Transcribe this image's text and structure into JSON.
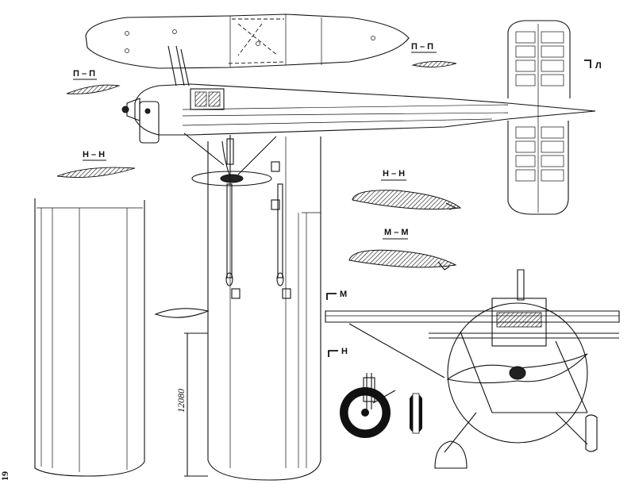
{
  "sections": {
    "p_label": "П – П",
    "p_label_left": "П – П",
    "n_label_left": "Н – Н",
    "n_label": "Н – Н",
    "m_label": "М – М",
    "l_marker": "Л",
    "m_marker": "М",
    "n_marker": "Н"
  },
  "dimensions": {
    "span_half": "12080"
  },
  "page": {
    "number": "19"
  },
  "colors": {
    "ink": "#111111",
    "paper": "#ffffff"
  }
}
